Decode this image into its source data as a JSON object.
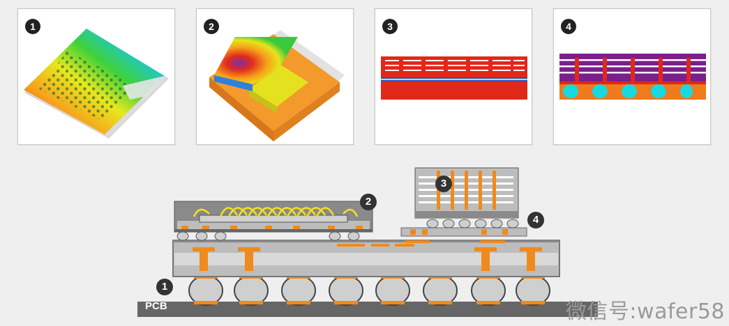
{
  "panels": [
    {
      "id": "1"
    },
    {
      "id": "2"
    },
    {
      "id": "3"
    },
    {
      "id": "4"
    }
  ],
  "callouts": {
    "pcb_substrate": "1",
    "bottom_package": "2",
    "memory_stack": "3",
    "interposer": "4"
  },
  "pcb_label": "PCB",
  "watermark": "微信号:wafer58",
  "colors": {
    "copper": "#f08a1c",
    "mold_gray": "#8a8a8a",
    "substrate_gray": "#c9c9c9",
    "solder_ball": "#c8c8c8",
    "wire_bond": "#ffe000",
    "thermal_red": "#e0281a",
    "thermal_purple": "#7b1f8c",
    "bump_cyan": "#18d8e0"
  }
}
